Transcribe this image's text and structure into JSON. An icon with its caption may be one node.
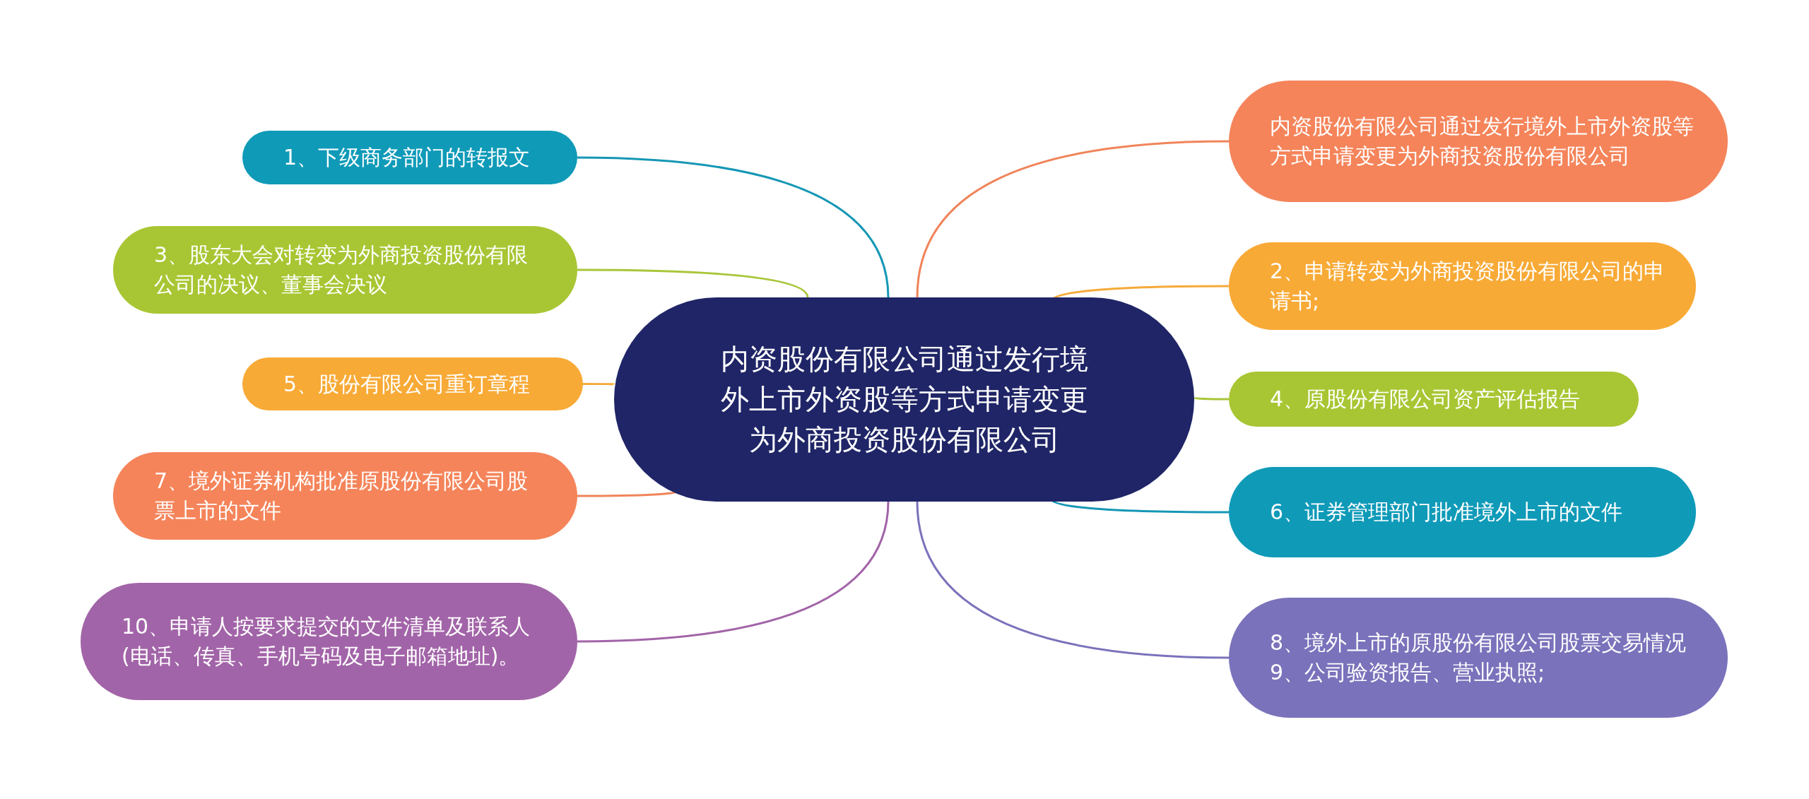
{
  "diagram": {
    "nodes": [
      {
        "text": [
          "内资股份有限公司通过发行境外上市外资股等方式申请变更为外商投资股份有限公司"
        ]
      },
      {
        "text": [
          "内资股份有限公司通过发行境外上市外资股等方式申请变更为外商投资股份有限公司"
        ]
      },
      {
        "text": [
          "1、下级商务部门的转报文"
        ]
      },
      {
        "text": [
          "2、申请转变为外商投资股份有限公司的申请书;"
        ]
      },
      {
        "text": [
          "3、股东大会对转变为外商投资股份有限公司的决议、董事会决议"
        ]
      },
      {
        "text": [
          "4、原股份有限公司资产评估报告"
        ]
      },
      {
        "text": [
          "5、股份有限公司重订章程"
        ]
      },
      {
        "text": [
          "6、证券管理部门批准境外上市的文件"
        ]
      },
      {
        "text": [
          "7、境外证券机构批准原股份有限公司股票上市的文件"
        ]
      },
      {
        "text": [
          "8、境外上市的原股份有限公司股票交易情况9、公司验资报告、营业执照;"
        ]
      },
      {
        "text": [
          "10、申请人按要求提交的文件清单及联系人(电话、传真、手机号码及电子邮箱地址)。"
        ]
      }
    ],
    "edges": [
      {
        "from": 0,
        "to": 1,
        "arrow": "none",
        "color": "#f0845a"
      },
      {
        "from": 0,
        "to": 2,
        "arrow": "none",
        "color": "#1597b5"
      },
      {
        "from": 0,
        "to": 3,
        "arrow": "none",
        "color": "#f5aa38"
      },
      {
        "from": 0,
        "to": 4,
        "arrow": "none",
        "color": "#a9c63a"
      },
      {
        "from": 0,
        "to": 5,
        "arrow": "none",
        "color": "#a9c63a"
      },
      {
        "from": 0,
        "to": 6,
        "arrow": "none",
        "color": "#f5aa38"
      },
      {
        "from": 0,
        "to": 7,
        "arrow": "none",
        "color": "#1597b5"
      },
      {
        "from": 0,
        "to": 8,
        "arrow": "none",
        "color": "#f0845a"
      },
      {
        "from": 0,
        "to": 9,
        "arrow": "none",
        "color": "#7a72bb"
      },
      {
        "from": 0,
        "to": 10,
        "arrow": "none",
        "color": "#a264a8"
      }
    ]
  }
}
